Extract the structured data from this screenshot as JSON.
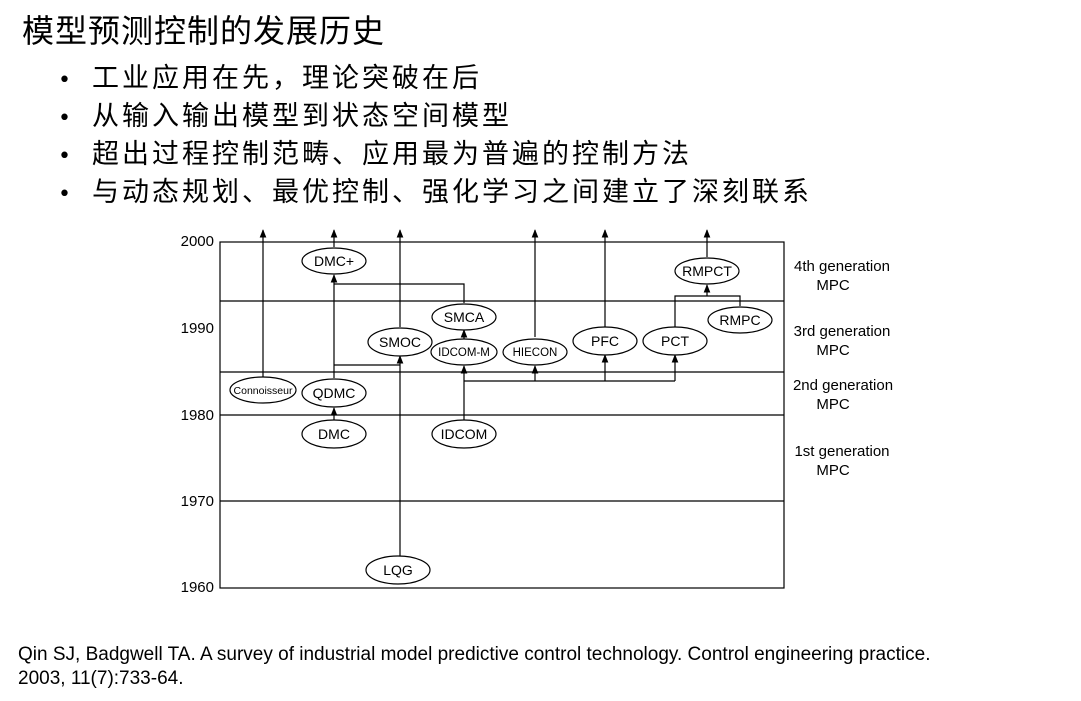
{
  "title": "模型预测控制的发展历史",
  "bullets": [
    "工业应用在先，理论突破在后",
    "从输入输出模型到状态空间模型",
    "超出过程控制范畴、应用最为普遍的控制方法",
    "与动态规划、最优控制、强化学习之间建立了深刻联系"
  ],
  "diagram": {
    "years": [
      "2000",
      "1990",
      "1980",
      "1970",
      "1960"
    ],
    "generations": [
      {
        "line1": "4th generation",
        "line2": "MPC"
      },
      {
        "line1": "3rd generation",
        "line2": "MPC"
      },
      {
        "line1": "2nd generation",
        "line2": "MPC"
      },
      {
        "line1": "1st generation",
        "line2": "MPC"
      }
    ],
    "nodes": {
      "dmcplus": "DMC+",
      "rmpct": "RMPCT",
      "smca": "SMCA",
      "rmpc": "RMPC",
      "smoc": "SMOC",
      "pfc": "PFC",
      "pct": "PCT",
      "idcomm": "IDCOM-M",
      "hiecon": "HIECON",
      "connoisseur": "Connoisseur",
      "qdmc": "QDMC",
      "dmc": "DMC",
      "idcom": "IDCOM",
      "lqg": "LQG"
    }
  },
  "reference": {
    "line1": "Qin SJ, Badgwell TA. A survey of industrial model predictive control technology. Control engineering practice.",
    "line2": "2003, 11(7):733-64."
  }
}
